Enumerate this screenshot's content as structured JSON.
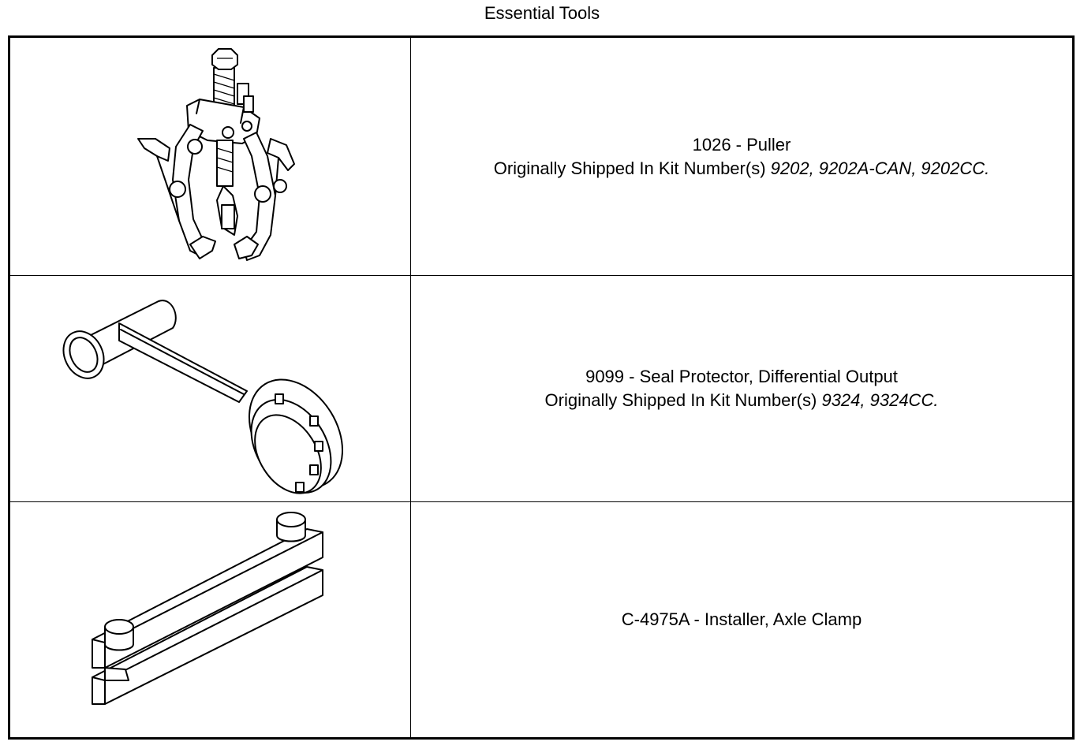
{
  "page": {
    "title": "Essential Tools"
  },
  "tools": [
    {
      "name": "1026 - Puller",
      "kit_prefix": "Originally Shipped In Kit Number(s) ",
      "kits": "9202, 9202A-CAN, 9202CC.",
      "illustration_icon": "three-jaw-puller"
    },
    {
      "name": "9099 - Seal Protector, Differential Output",
      "kit_prefix": "Originally Shipped In Kit Number(s) ",
      "kits": "9324, 9324CC.",
      "illustration_icon": "seal-protector"
    },
    {
      "name": "C-4975A - Installer, Axle Clamp",
      "illustration_icon": "axle-clamp-installer"
    }
  ]
}
